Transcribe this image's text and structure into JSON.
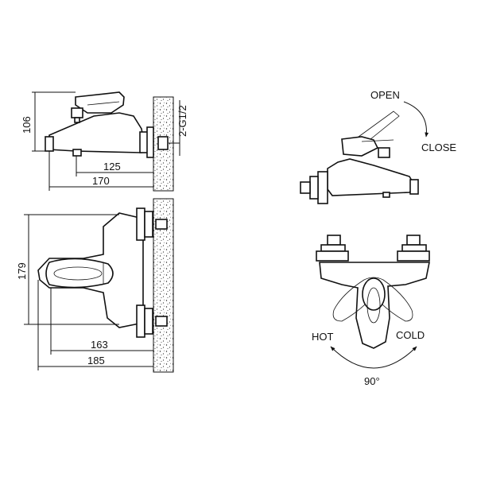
{
  "side_view": {
    "height_label": "106",
    "thread_label": "2-G1/2",
    "depth_inner_label": "125",
    "depth_outer_label": "170"
  },
  "top_view": {
    "width_label": "179",
    "length_inner_label": "163",
    "length_outer_label": "185"
  },
  "operation": {
    "open_label": "OPEN",
    "close_label": "CLOSE",
    "hot_label": "HOT",
    "cold_label": "COLD",
    "angle_label": "90°"
  }
}
